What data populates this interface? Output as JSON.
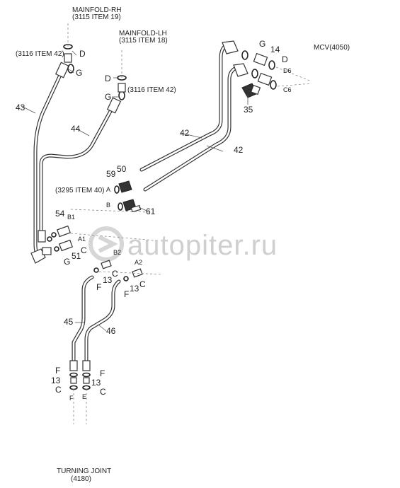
{
  "labels": {
    "mainfold_rh": "MAINFOLD-RH",
    "mainfold_rh_ref": "(3115 ITEM 19)",
    "mainfold_lh": "MAINFOLD-LH",
    "mainfold_lh_ref": "(3115 ITEM 18)",
    "ref_3116_left": "(3116 ITEM 42)",
    "ref_3116_right": "(3116 ITEM 42)",
    "ref_3295": "(3295 ITEM 40)",
    "mcv": "MCV(4050)",
    "turning_joint": "TURNING JOINT",
    "turning_joint_ref": "(4180)",
    "watermark": "autopiter.ru"
  },
  "callouts": {
    "d_top_left": "D",
    "g_top_left": "G",
    "d_top_mid": "D",
    "g_top_mid": "G",
    "n43": "43",
    "n44": "44",
    "g_mcv": "G",
    "n14": "14",
    "d_mcv": "D",
    "d6": "D6",
    "c6": "C6",
    "n35": "35",
    "n42a": "42",
    "n42b": "42",
    "n59": "59",
    "n50": "50",
    "a_small": "A",
    "b_small": "B",
    "n61": "61",
    "n54": "54",
    "b1": "B1",
    "a1": "A1",
    "c_mid": "C",
    "g_mid": "G",
    "n51": "51",
    "b2": "B2",
    "a2": "A2",
    "f_left": "F",
    "n13_left": "13",
    "c_left": "C",
    "f_right": "F",
    "n13_right": "13",
    "c_right": "C",
    "n45": "45",
    "n46": "46",
    "f_bot_l": "F",
    "n13_bot_l": "13",
    "c_bot_l": "C",
    "f_bot_r": "F",
    "n13_bot_r": "13",
    "c_bot_r": "C",
    "f_port": "F",
    "e_port": "E"
  }
}
